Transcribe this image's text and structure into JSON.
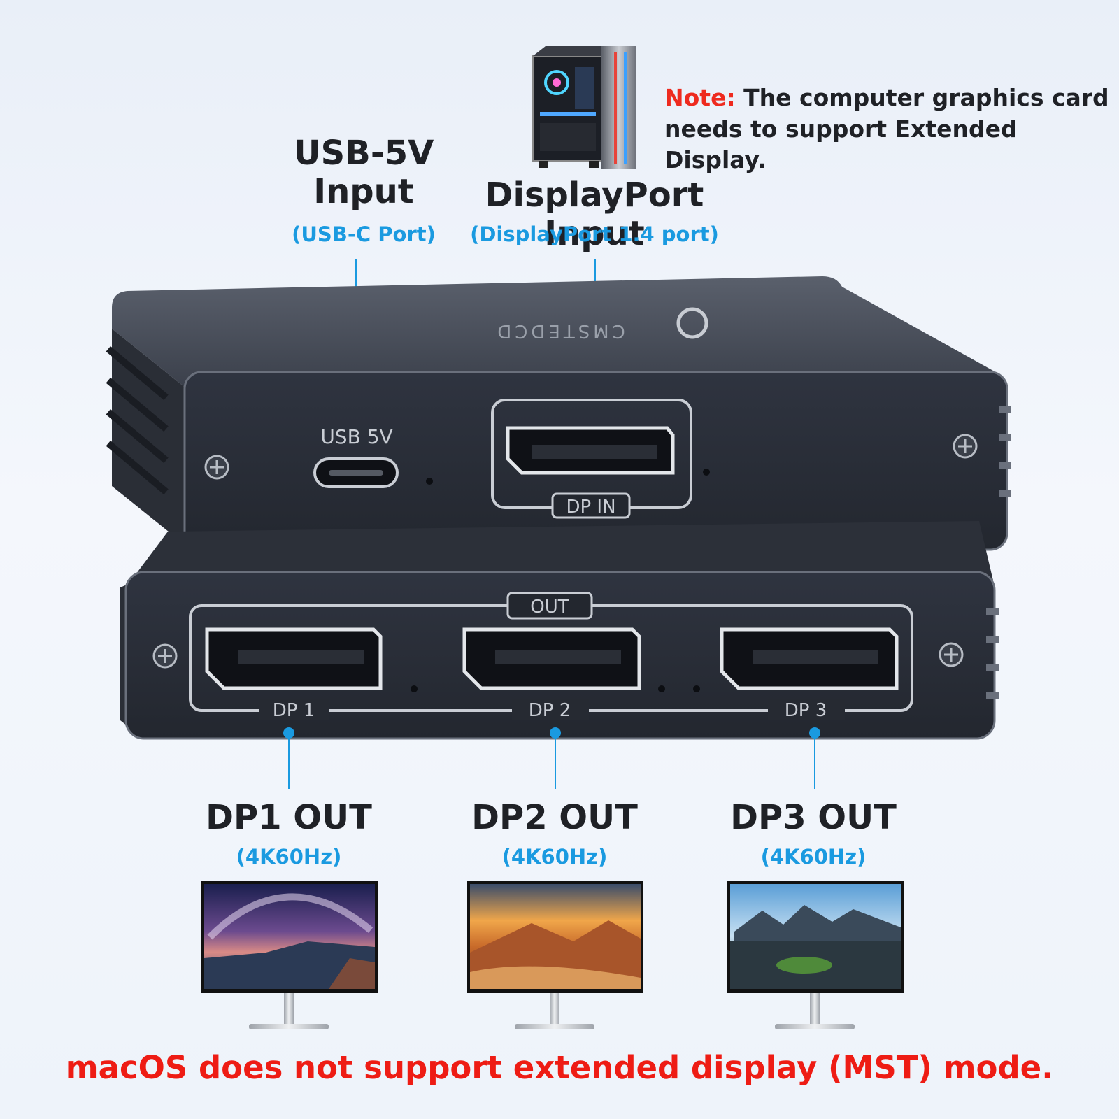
{
  "note": {
    "prefix": "Note:",
    "text": " The computer graphics card needs to support Extended Display."
  },
  "inputs": {
    "usb": {
      "title_line1": "USB-5V",
      "title_line2": "Input",
      "subtitle": "(USB-C Port)"
    },
    "dp": {
      "title": "DisplayPort Input",
      "subtitle": "(DisplayPort 1.4 port)"
    }
  },
  "device": {
    "brand": "CMSTEDCD",
    "usb_label": "USB 5V",
    "dp_in_label": "DP IN",
    "out_label": "OUT",
    "port_labels": [
      "DP 1",
      "DP 2",
      "DP 3"
    ]
  },
  "outputs": [
    {
      "title": "DP1 OUT",
      "subtitle": "(4K60Hz)",
      "scene": "night-sky-coast"
    },
    {
      "title": "DP2 OUT",
      "subtitle": "(4K60Hz)",
      "scene": "desert-sunset"
    },
    {
      "title": "DP3 OUT",
      "subtitle": "(4K60Hz)",
      "scene": "mountain-lake"
    }
  ],
  "warning": "macOS does not support extended display (MST) mode.",
  "colors": {
    "accent": "#1a9ae0",
    "warning": "#ee1c14",
    "device": "#3a3f4a"
  }
}
